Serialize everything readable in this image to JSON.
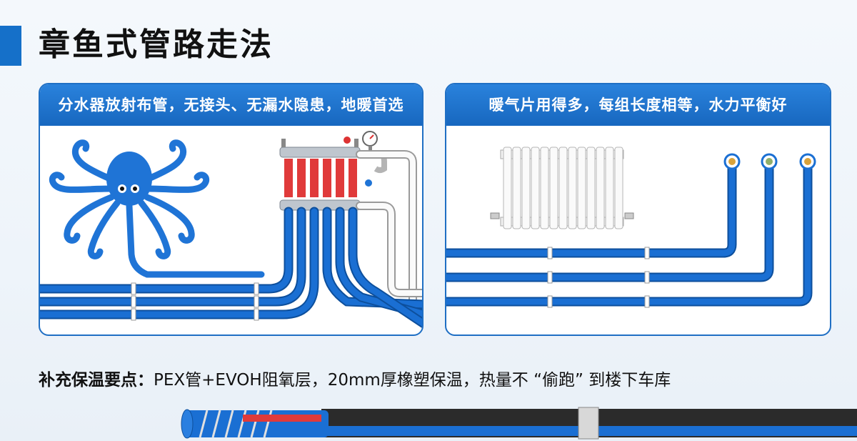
{
  "title": "章鱼式管路走法",
  "left_panel": {
    "header": "分水器放射布管，无接头、无漏水隐患，地暖首选"
  },
  "right_panel": {
    "header": "暖气片用得多，每组长度相等，水力平衡好"
  },
  "tip": {
    "label": "补充保温要点：",
    "text": "PEX管+EVOH阻氧层，20mm厚橡塑保温，热量不 “偷跑” 到楼下车库"
  },
  "colors": {
    "accent": "#1570c9",
    "pipe": "#1a6fd3",
    "octopus": "#1f74d6",
    "header": "#1f6fc4"
  }
}
